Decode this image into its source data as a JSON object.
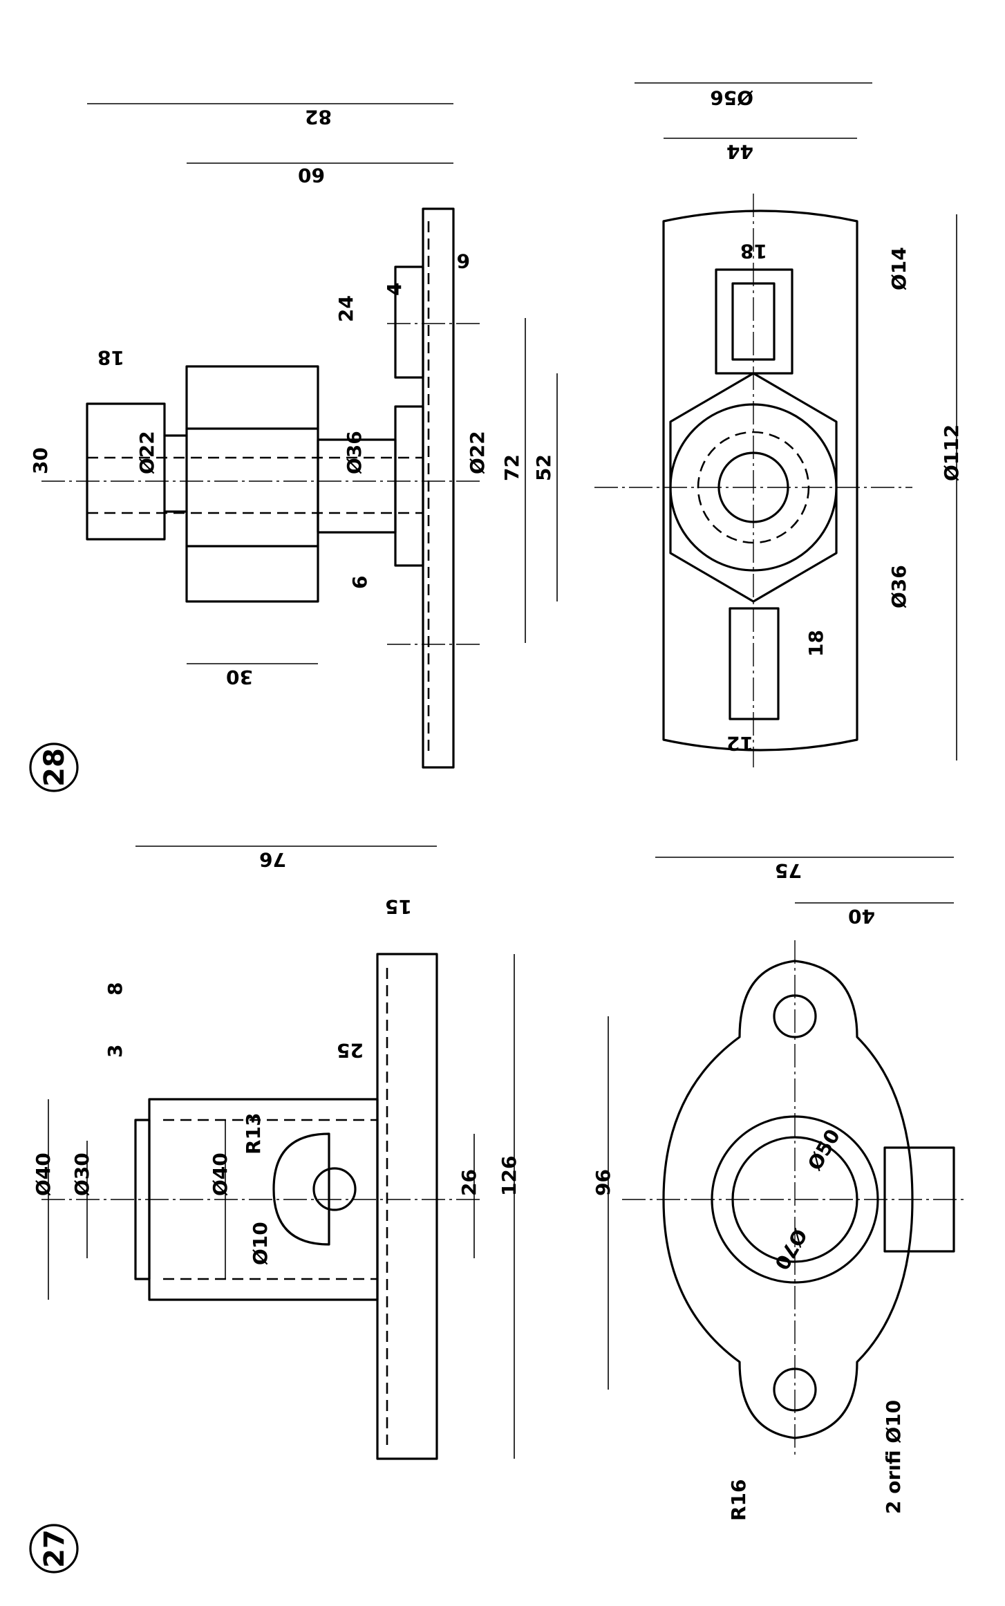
{
  "figures": [
    {
      "number": "28",
      "dims": {
        "overall": "82",
        "body": "60",
        "top_len": "18",
        "top_dia": "30",
        "bore_a": "Ø22",
        "boss": "Ø36",
        "bore_b": "Ø22",
        "plate_t": "6",
        "slot_len": "24",
        "slot_step": "4",
        "flange_t": "6",
        "hex_w": "30",
        "outer": "Ø56",
        "slot_gap": "44",
        "slot_w": "18",
        "hole": "Ø14",
        "span": "72",
        "hex": "52",
        "hub": "Ø36",
        "slot_b": "18",
        "slot_bw": "12",
        "length": "Ø112"
      }
    },
    {
      "number": "27",
      "dims": {
        "height": "76",
        "base_t": "15",
        "step_a": "8",
        "step_b": "3",
        "body_dia": "Ø40",
        "head_dia": "Ø30",
        "inner_dia": "Ø40",
        "radius": "R13",
        "pin_dia": "Ø10",
        "shoulder": "25",
        "ear": "26",
        "length": "126",
        "width": "75",
        "offset": "40",
        "pitch": "96",
        "ring_a": "Ø50",
        "ring_b": "Ø70",
        "end_r": "R16",
        "holes": "2 orıfi Ø10"
      }
    }
  ]
}
